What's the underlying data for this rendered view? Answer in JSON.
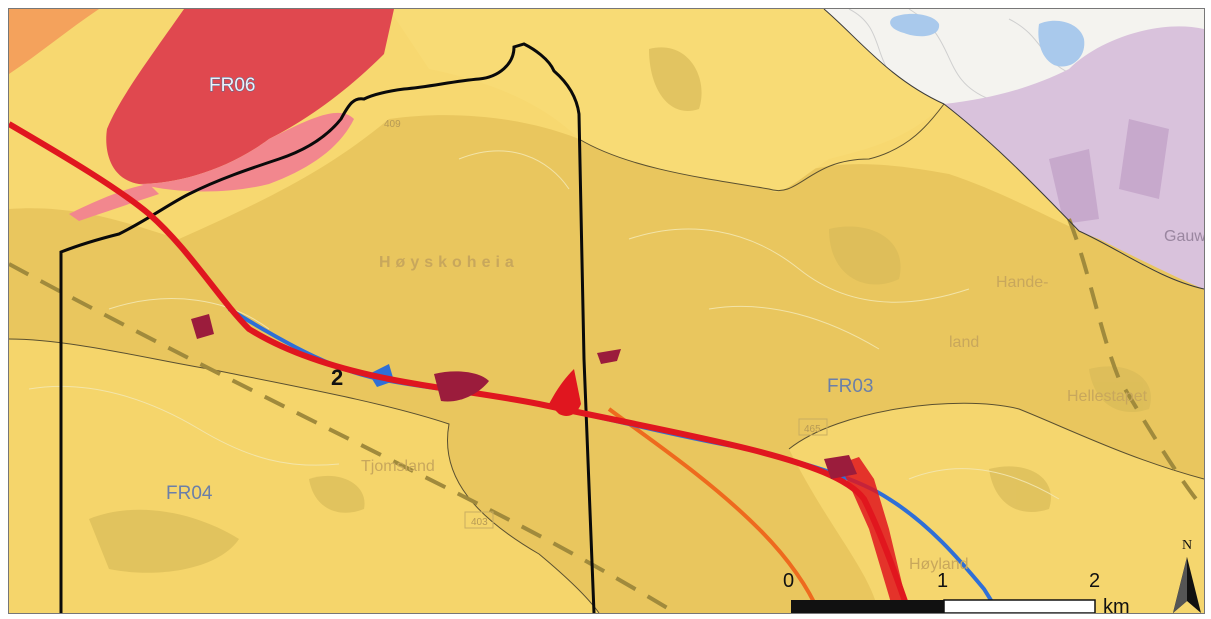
{
  "map": {
    "zones": {
      "fr06": "FR06",
      "fr04": "FR04",
      "fr03": "FR03"
    },
    "places": {
      "hoyskoheia": "Høyskoheia",
      "tjomsland": "Tjomsland",
      "hande": "Hande-",
      "land": "land",
      "hoyland": "Høyland",
      "gauw": "Gauw",
      "hellestapet": "Hellestapet"
    },
    "road_numbers": {
      "r409": "409",
      "r465": "465",
      "r403": "403"
    },
    "marker": "2",
    "scale_bar": {
      "ticks": [
        "0",
        "1",
        "2"
      ],
      "unit": "km"
    },
    "north_label": "N",
    "colors": {
      "zone_yellow": "#f7d870",
      "zone_dark_yellow": "#e9c65e",
      "zone_red": "#e0484f",
      "zone_pink": "#f2878e",
      "zone_purple": "#d9c2dc",
      "route_red": "#e0161f",
      "route_blue": "#2f6fd6",
      "route_orange": "#ee6a1e",
      "maroon": "#9b1c3c",
      "boundary": "#0a0a0a",
      "dashed_border": "#a08a3c"
    }
  }
}
